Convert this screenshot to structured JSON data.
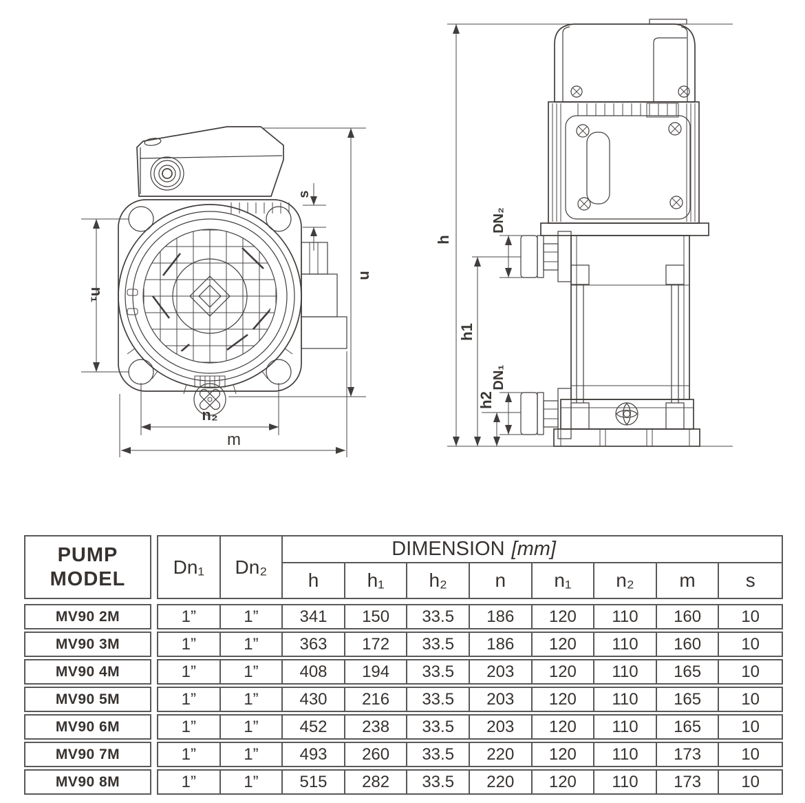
{
  "drawings": {
    "front_view": {
      "labels": {
        "s": "s",
        "n": "n",
        "n1": "n₁",
        "n2": "n₂",
        "m": "m"
      }
    },
    "side_view": {
      "labels": {
        "h": "h",
        "h1": "h1",
        "h2": "h2",
        "dn1": "DN₁",
        "dn2": "DN₂"
      }
    }
  },
  "table": {
    "model_header": "PUMP\nMODEL",
    "dn1_header": "Dn₁",
    "dn2_header": "Dn₂",
    "dimension_header": "DIMENSION",
    "dimension_unit": "[mm]",
    "dim_cols": [
      "h",
      "h₁",
      "h₂",
      "n",
      "n₁",
      "n₂",
      "m",
      "s"
    ],
    "rows": [
      [
        "MV90 2M",
        "1”",
        "1”",
        "341",
        "150",
        "33.5",
        "186",
        "120",
        "110",
        "160",
        "10"
      ],
      [
        "MV90 3M",
        "1”",
        "1”",
        "363",
        "172",
        "33.5",
        "186",
        "120",
        "110",
        "160",
        "10"
      ],
      [
        "MV90 4M",
        "1”",
        "1”",
        "408",
        "194",
        "33.5",
        "203",
        "120",
        "110",
        "165",
        "10"
      ],
      [
        "MV90 5M",
        "1”",
        "1”",
        "430",
        "216",
        "33.5",
        "203",
        "120",
        "110",
        "165",
        "10"
      ],
      [
        "MV90 6M",
        "1”",
        "1”",
        "452",
        "238",
        "33.5",
        "203",
        "120",
        "110",
        "165",
        "10"
      ],
      [
        "MV90 7M",
        "1”",
        "1”",
        "493",
        "260",
        "33.5",
        "220",
        "120",
        "110",
        "173",
        "10"
      ],
      [
        "MV90 8M",
        "1”",
        "1”",
        "515",
        "282",
        "33.5",
        "220",
        "120",
        "110",
        "173",
        "10"
      ]
    ]
  }
}
